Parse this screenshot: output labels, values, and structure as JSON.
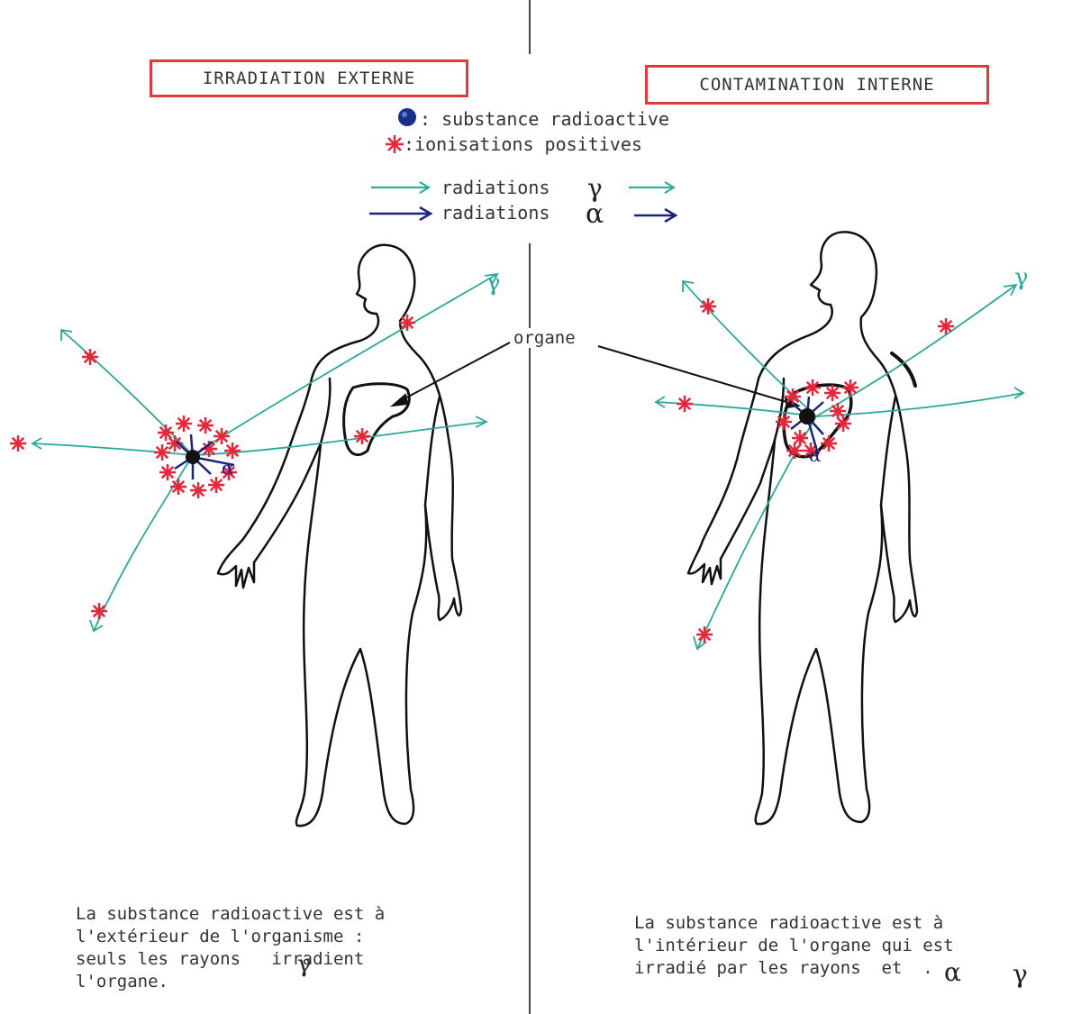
{
  "titles": {
    "left": "IRRADIATION EXTERNE",
    "right": "CONTAMINATION INTERNE"
  },
  "legend": {
    "substance": ": substance radioactive",
    "ionisations": ":ionisations positives",
    "gamma": "radiations",
    "alpha": "radiations"
  },
  "labels": {
    "organe": "organe"
  },
  "captions": {
    "left": "La substance radioactive est à\nl'extérieur de l'organisme :\nseuls les rayons   irradient\nl'organe.",
    "right": "La substance radioactive est à\nl'intérieur de l'organe qui est\nirradié par les rayons  et  ."
  },
  "colors": {
    "title_border": "#e23a3a",
    "ionisation": "#e8263a",
    "gamma": "#2aa89a",
    "alpha": "#1a237e",
    "substance": "#1a2f8a",
    "ink": "#222222"
  }
}
